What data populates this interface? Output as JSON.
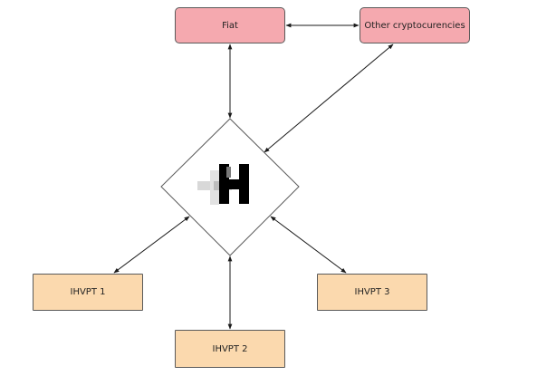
{
  "diagram": {
    "nodes": {
      "fiat": {
        "label": "Fiat",
        "fill": "#f5a9af"
      },
      "other_crypto": {
        "label": "Other cryptocurencies",
        "fill": "#f5a9af"
      },
      "hub": {
        "logo": "H-logo",
        "fill": "#ffffff"
      },
      "ihvpt1": {
        "label": "IHVPT 1",
        "fill": "#fbd9ae"
      },
      "ihvpt2": {
        "label": "IHVPT 2",
        "fill": "#fbd9ae"
      },
      "ihvpt3": {
        "label": "IHVPT 3",
        "fill": "#fbd9ae"
      }
    },
    "edges": [
      {
        "from": "fiat",
        "to": "other_crypto",
        "direction": "both"
      },
      {
        "from": "fiat",
        "to": "hub",
        "direction": "both"
      },
      {
        "from": "other_crypto",
        "to": "hub",
        "direction": "both"
      },
      {
        "from": "hub",
        "to": "ihvpt1",
        "direction": "both"
      },
      {
        "from": "hub",
        "to": "ihvpt2",
        "direction": "both"
      },
      {
        "from": "hub",
        "to": "ihvpt3",
        "direction": "both"
      }
    ],
    "colors": {
      "line": "#1a1a1a",
      "border": "#5a5a5a"
    }
  }
}
